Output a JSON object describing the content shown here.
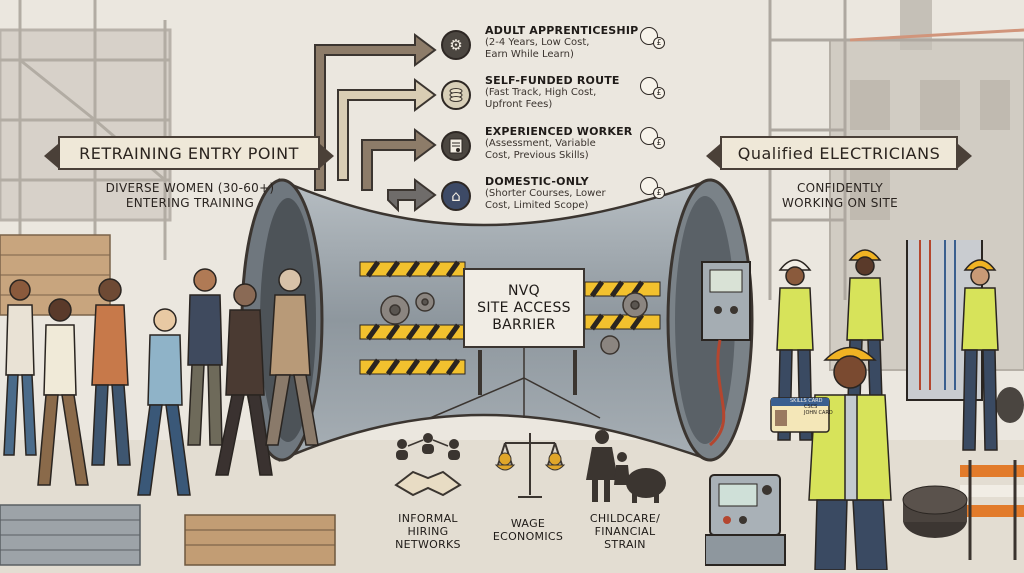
{
  "entry": {
    "banner": "RETRAINING ENTRY POINT",
    "subtitle_lines": [
      "DIVERSE WOMEN (30-60+)",
      "ENTERING TRAINING"
    ]
  },
  "exit": {
    "banner": "Qualified ELECTRICIANS",
    "subtitle_lines": [
      "CONFIDENTLY",
      "WORKING ON SITE"
    ]
  },
  "routes": [
    {
      "title": "ADULT APPRENTICESHIP",
      "desc": "(2-4 Years, Low Cost,\nEarn While Learn)",
      "icon": "gear-icon",
      "icon_color": "#4b4640"
    },
    {
      "title": "SELF-FUNDED ROUTE",
      "desc": "(Fast Track, High Cost,\nUpfront Fees)",
      "icon": "coin-stack-icon",
      "icon_color": "#d8cfb8"
    },
    {
      "title": "EXPERIENCED WORKER",
      "desc": "(Assessment, Variable\nCost, Previous Skills)",
      "icon": "certificate-icon",
      "icon_color": "#4b4640"
    },
    {
      "title": "DOMESTIC-ONLY",
      "desc": "(Shorter Courses, Lower\nCost, Limited Scope)",
      "icon": "house-icon",
      "icon_color": "#3d4a66"
    }
  ],
  "sign": {
    "lines": [
      "NVQ",
      "SITE ACCESS",
      "BARRIER"
    ]
  },
  "barriers": [
    {
      "label": "INFORMAL\nHIRING\nNETWORKS",
      "icon": "handshake-network-icon"
    },
    {
      "label": "WAGE\nECONOMICS",
      "icon": "scales-icon"
    },
    {
      "label": "CHILDCARE/\nFINANCIAL\nSTRAIN",
      "icon": "childcare-piggybank-icon"
    }
  ],
  "id_card": {
    "lines": [
      "SKILLS CARD",
      "CSCS",
      "JOHN CARD"
    ]
  },
  "colors": {
    "background": "#ebe7df",
    "funnel_metal": "#9aa3aa",
    "hazard_yellow": "#f2c12e",
    "hivis": "#d7e35a",
    "hardhat": "#f0b323"
  }
}
